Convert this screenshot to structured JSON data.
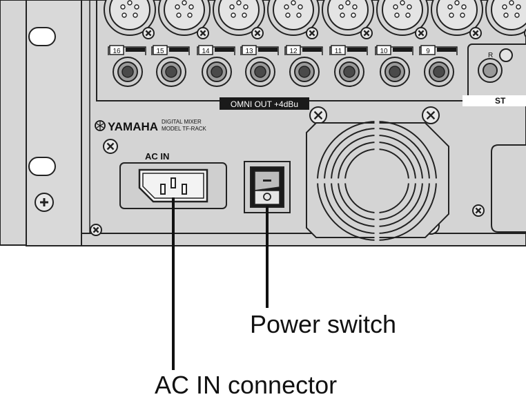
{
  "panel": {
    "channels": [
      "16",
      "15",
      "14",
      "13",
      "12",
      "11",
      "10",
      "9"
    ],
    "omni_out_label": "OMNI OUT +4dBu",
    "brand": "YAMAHA",
    "model_line1": "DIGITAL MIXER",
    "model_line2": "MODEL TF-RACK",
    "ac_in_label": "AC IN",
    "st_label": "ST",
    "r_label": "R"
  },
  "callouts": {
    "power_switch": "Power switch",
    "ac_in_connector": "AC IN connector"
  }
}
